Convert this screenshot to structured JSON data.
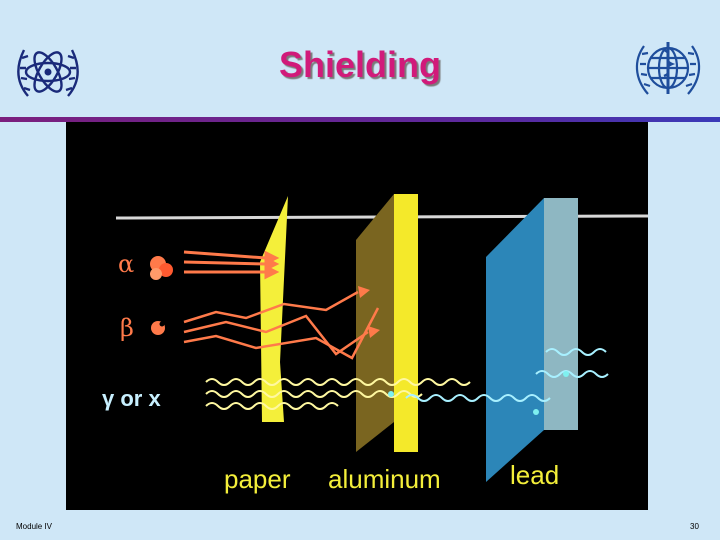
{
  "slide": {
    "title": "Shielding",
    "footer_left": "Module IV",
    "page_number": "30"
  },
  "figure": {
    "alpha_symbol": "α",
    "beta_symbol": "β",
    "gamma_label": "γ or x",
    "paper_label": "paper",
    "aluminum_label": "aluminum",
    "lead_label": "lead"
  },
  "logos": {
    "left": "atom-logo-icon",
    "right": "world-health-logo-icon"
  },
  "colors": {
    "background": "#cfe7f7",
    "title": "#d11a7a",
    "accent_bar": "#6a268f",
    "paper": "#f4ef3a",
    "aluminum": "#f6ea2e",
    "lead": "#2a7fb0",
    "radiation": "#ff7a4a"
  }
}
